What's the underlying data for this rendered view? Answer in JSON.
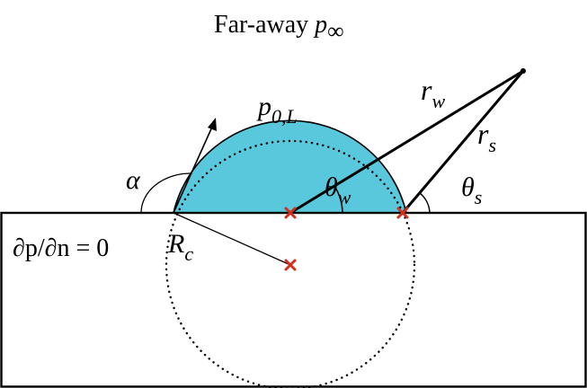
{
  "title": {
    "prefix": "Far-away ",
    "symbol": "p",
    "subscript": "∞"
  },
  "labels": {
    "droplet_pressure": {
      "symbol": "p",
      "subscript": "0,L"
    },
    "contact_angle": "α",
    "boundary_condition": "∂p/∂n = 0",
    "radius_c": {
      "symbol": "R",
      "subscript": "c"
    },
    "radius_w": {
      "symbol": "r",
      "subscript": "w"
    },
    "radius_s": {
      "symbol": "r",
      "subscript": "s"
    },
    "angle_w": {
      "symbol": "θ",
      "subscript": "w"
    },
    "angle_s": {
      "symbol": "θ",
      "subscript": "s"
    }
  },
  "colors": {
    "droplet_fill": "#5ac8dc",
    "marker": "#d0301c",
    "line": "#000000"
  }
}
